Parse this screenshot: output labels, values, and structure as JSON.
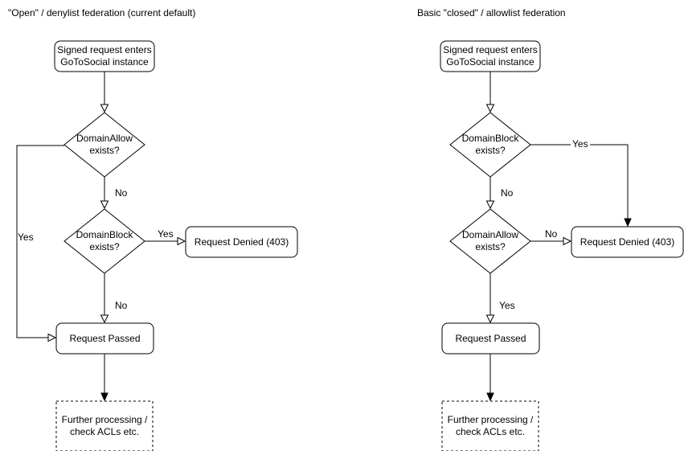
{
  "colors": {
    "stroke": "#000000",
    "text": "#000000",
    "background": "#ffffff"
  },
  "left_chart": {
    "title": "\"Open\" / denylist federation (current default)",
    "nodes": {
      "start": "Signed request enters\nGoToSocial instance",
      "decision_domainallow": "DomainAllow\nexists?",
      "decision_domainblock": "DomainBlock\nexists?",
      "denied": "Request Denied (403)",
      "passed": "Request Passed",
      "further": "Further processing /\ncheck ACLs etc."
    },
    "edge_labels": {
      "domainallow_no": "No",
      "domainallow_yes": "Yes",
      "domainblock_yes": "Yes",
      "domainblock_no": "No"
    }
  },
  "right_chart": {
    "title": "Basic \"closed\" / allowlist federation",
    "nodes": {
      "start": "Signed request enters\nGoToSocial instance",
      "decision_domainblock": "DomainBlock\nexists?",
      "decision_domainallow": "DomainAllow\nexists?",
      "denied": "Request Denied (403)",
      "passed": "Request Passed",
      "further": "Further processing /\ncheck ACLs etc."
    },
    "edge_labels": {
      "domainblock_yes": "Yes",
      "domainblock_no": "No",
      "domainallow_no": "No",
      "domainallow_yes": "Yes"
    }
  }
}
